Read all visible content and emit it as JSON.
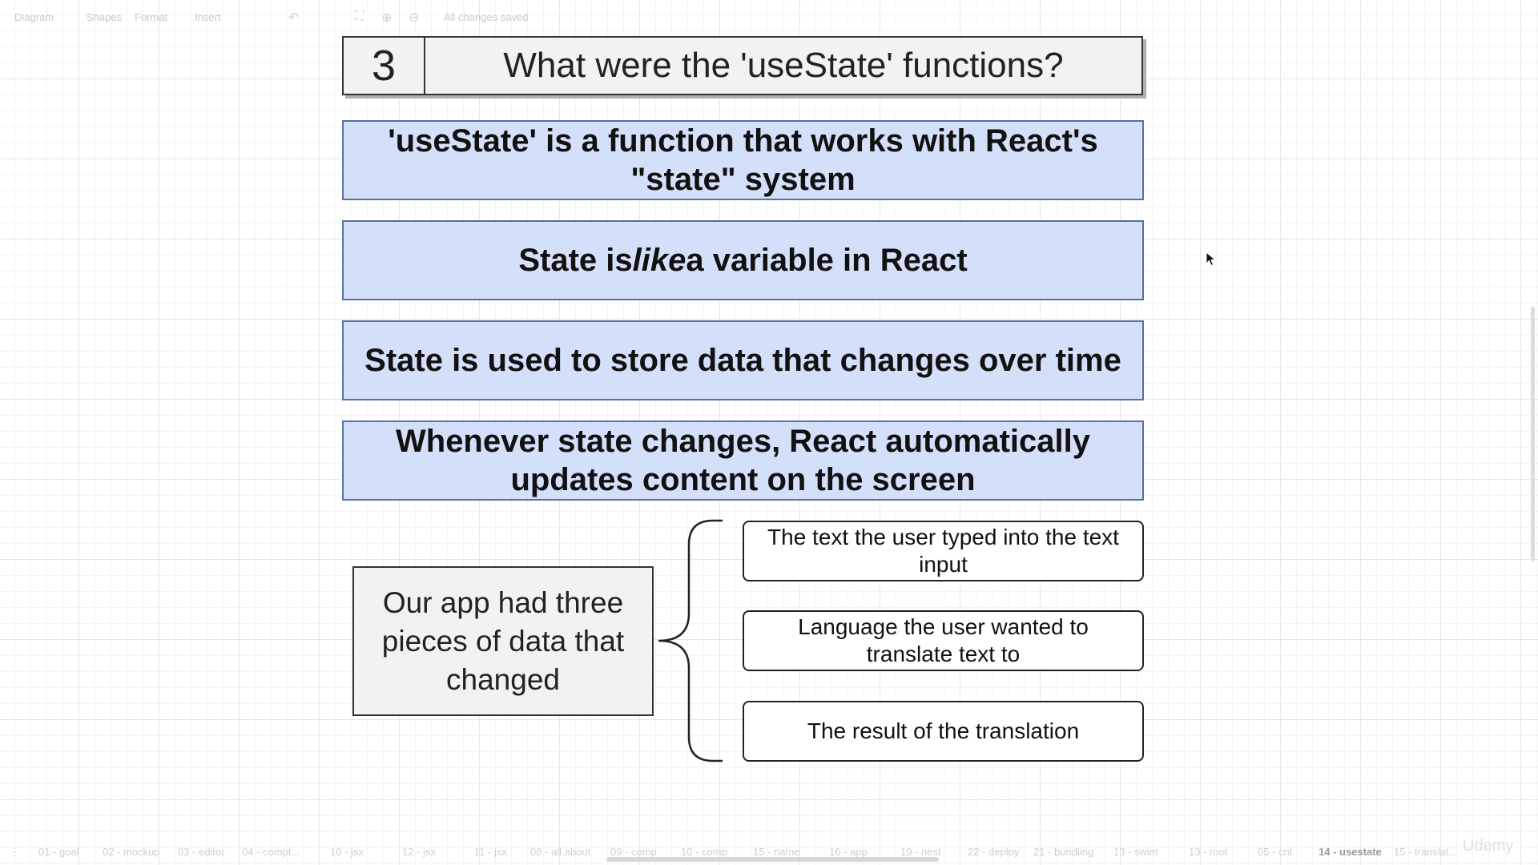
{
  "toolbar": {
    "diagram_menu": "Diagram",
    "shapes_menu": "Shapes",
    "format_menu": "Format",
    "insert_menu": "Insert",
    "status": "All changes saved"
  },
  "slide": {
    "number": "3",
    "title": "What were the 'useState' functions?",
    "statements": [
      "'useState' is a function that works with React's \"state\" system",
      {
        "before": "State is ",
        "emph": "like",
        "after": " a variable in React"
      },
      "State is used to store data that changes over time",
      "Whenever state changes, React automatically updates content on the screen"
    ],
    "data_label": "Our app had three pieces of data that changed",
    "data_items": [
      "The text the user typed into the text input",
      "Language the user wanted to translate text to",
      "The result of the translation"
    ]
  },
  "tabs": [
    "01 - goal",
    "02 - mockup",
    "03 - editor",
    "04 - compt...",
    "10 - jsx",
    "12 - jsx",
    "11 - jsx",
    "08 - all about",
    "09 - comp",
    "10 - comp",
    "15 - name",
    "16 - app",
    "19 - nest",
    "22 - deploy",
    "21 - bundling",
    "13 - swim",
    "13 - root",
    "05 - cnt",
    "14 - usestate",
    "15 - translat..."
  ],
  "active_tab": "14 - usestate",
  "brand": "Udemy",
  "colors": {
    "statement_fill": "#d4dffa",
    "statement_border": "#5572a0",
    "title_fill": "#f2f2f2"
  }
}
